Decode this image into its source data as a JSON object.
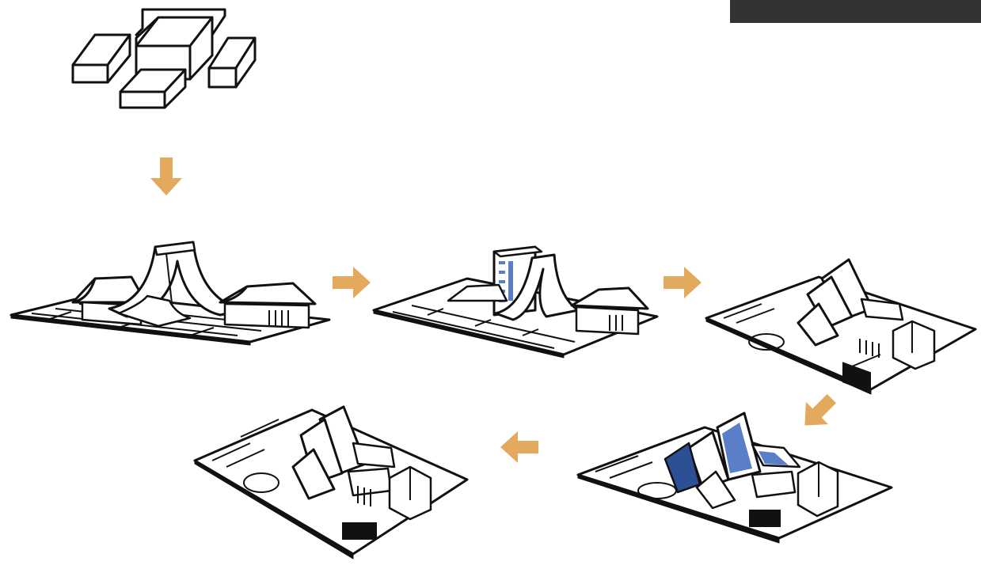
{
  "colors": {
    "background": "#ffffff",
    "ink": "#111111",
    "arrow": "#e3a95c",
    "glass": "#5b7fc6",
    "glass_dark": "#2d4f96",
    "corner_bar": "#333333"
  },
  "icons": {
    "flow_arrow": "thick-arrow-icon"
  },
  "diagram": {
    "stages": [
      {
        "name": "massing-blocks"
      },
      {
        "name": "traditional-roof-model"
      },
      {
        "name": "tower-curved-roof-model"
      },
      {
        "name": "twisted-roof-model"
      },
      {
        "name": "glazed-roof-model"
      },
      {
        "name": "final-model"
      }
    ],
    "arrows": [
      {
        "from": 1,
        "to": 2,
        "direction": "down"
      },
      {
        "from": 2,
        "to": 3,
        "direction": "right"
      },
      {
        "from": 3,
        "to": 4,
        "direction": "right"
      },
      {
        "from": 4,
        "to": 5,
        "direction": "down-left"
      },
      {
        "from": 5,
        "to": 6,
        "direction": "left"
      }
    ]
  }
}
